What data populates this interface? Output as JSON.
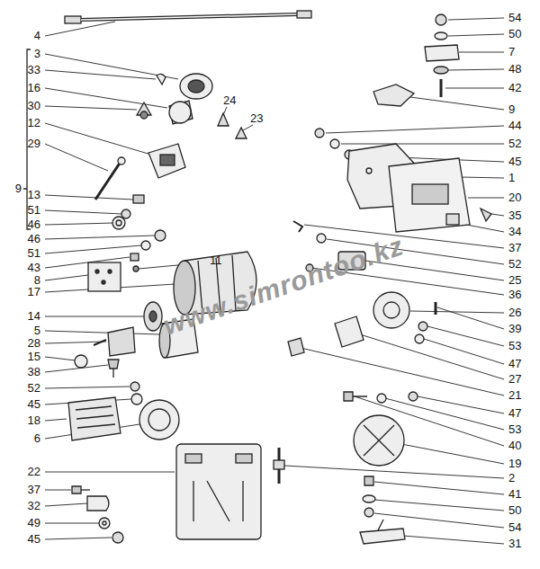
{
  "diagram": {
    "labels": [
      "4",
      "3",
      "33",
      "16",
      "30",
      "12",
      "29",
      "9",
      "13",
      "51",
      "46",
      "46",
      "51",
      "43",
      "8",
      "17",
      "14",
      "5",
      "28",
      "15",
      "38",
      "52",
      "45",
      "18",
      "6",
      "22",
      "37",
      "32",
      "49",
      "45",
      "24",
      "23",
      "11",
      "54",
      "50",
      "7",
      "48",
      "42",
      "9",
      "44",
      "52",
      "45",
      "1",
      "20",
      "35",
      "34",
      "37",
      "52",
      "25",
      "36",
      "26",
      "39",
      "53",
      "47",
      "27",
      "21",
      "47",
      "53",
      "40",
      "19",
      "2",
      "41",
      "50",
      "54",
      "31",
      "www.simrontoo.kz"
    ]
  }
}
